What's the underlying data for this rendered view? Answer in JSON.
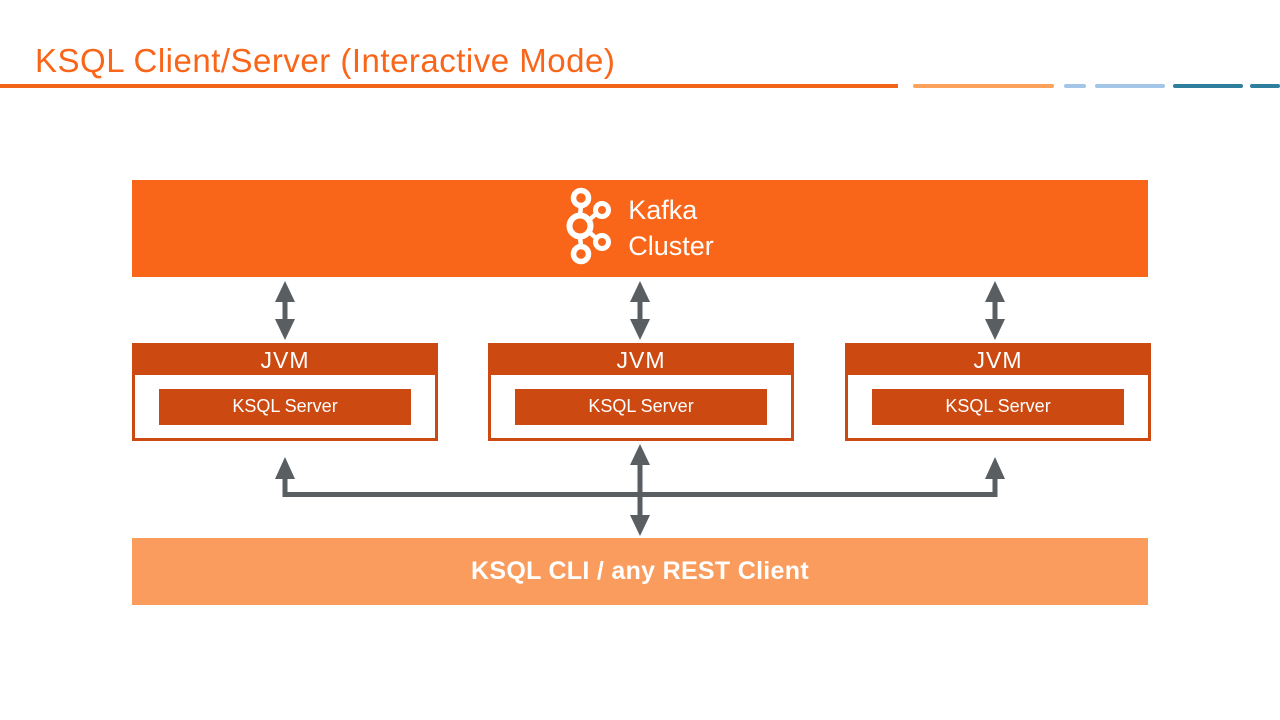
{
  "header": {
    "title": "KSQL Client/Server (Interactive Mode)"
  },
  "diagram": {
    "kafka_cluster": {
      "line1": "Kafka",
      "line2": "Cluster",
      "icon": "kafka-logo-icon"
    },
    "jvms": [
      {
        "title": "JVM",
        "server": "KSQL Server"
      },
      {
        "title": "JVM",
        "server": "KSQL Server"
      },
      {
        "title": "JVM",
        "server": "KSQL Server"
      }
    ],
    "client": {
      "label": "KSQL CLI / any REST Client"
    }
  },
  "colors": {
    "brand_orange": "#F96619",
    "dark_orange": "#CC4A12",
    "light_orange": "#F99C5E",
    "arrow_gray": "#595E63",
    "accent_light_blue": "#A3C6E8",
    "accent_teal": "#2E7F9E"
  }
}
